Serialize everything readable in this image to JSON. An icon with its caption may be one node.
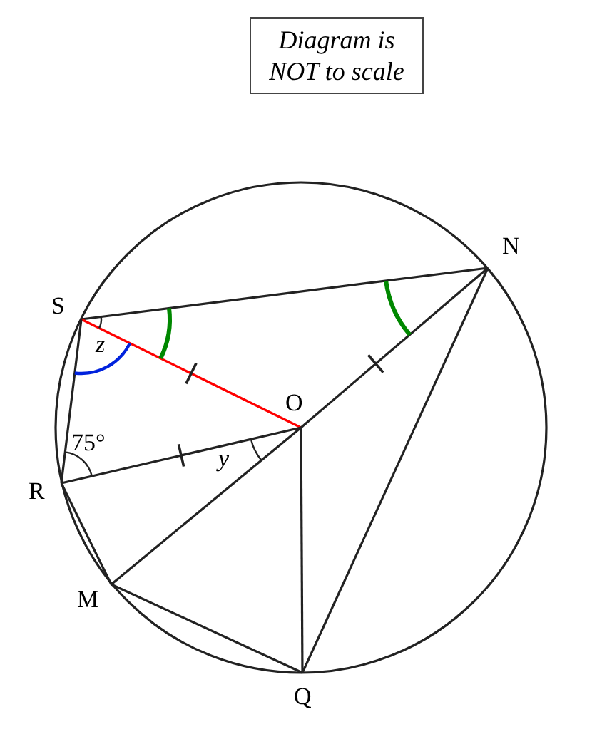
{
  "diagram": {
    "nodes": [
      {
        "text": [
          "Diagram is NOT to scale"
        ]
      },
      {
        "text": [
          "S"
        ]
      },
      {
        "text": [
          "N"
        ]
      },
      {
        "text": [
          "O"
        ]
      },
      {
        "text": [
          "R"
        ]
      },
      {
        "text": [
          "M"
        ]
      },
      {
        "text": [
          "Q"
        ]
      }
    ],
    "edges": [
      {
        "from": 1,
        "to": 2,
        "arrow": "none"
      },
      {
        "from": 1,
        "to": 3,
        "arrow": "none",
        "color": "#ff0000"
      },
      {
        "from": 1,
        "to": 4,
        "arrow": "none"
      },
      {
        "from": 4,
        "to": 3,
        "arrow": "none"
      },
      {
        "from": 3,
        "to": 2,
        "arrow": "none"
      },
      {
        "from": 5,
        "to": 3,
        "arrow": "none"
      },
      {
        "from": 4,
        "to": 5,
        "arrow": "none"
      },
      {
        "from": 3,
        "to": 6,
        "arrow": "none"
      },
      {
        "from": 5,
        "to": 6,
        "arrow": "none"
      },
      {
        "from": 2,
        "to": 6,
        "arrow": "none"
      }
    ],
    "labels": [
      "z",
      "75°",
      "y"
    ]
  }
}
